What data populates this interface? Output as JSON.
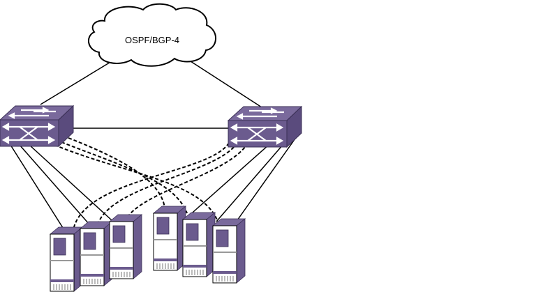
{
  "diagram": {
    "cloud": {
      "label": "OSPF/BGP-4",
      "icon": "cloud-icon"
    },
    "colors": {
      "device": "#6b5b8e",
      "device_dark": "#54467a",
      "line": "#000000",
      "background": "#ffffff"
    },
    "switches": [
      {
        "id": "switch-left",
        "icon": "layer3-switch-icon"
      },
      {
        "id": "switch-right",
        "icon": "layer3-switch-icon"
      }
    ],
    "servers": [
      {
        "id": "server-1",
        "icon": "server-tower-icon"
      },
      {
        "id": "server-2",
        "icon": "server-tower-icon"
      },
      {
        "id": "server-3",
        "icon": "server-tower-icon"
      },
      {
        "id": "server-4",
        "icon": "server-tower-icon"
      },
      {
        "id": "server-5",
        "icon": "server-tower-icon"
      },
      {
        "id": "server-6",
        "icon": "server-tower-icon"
      }
    ],
    "links": {
      "cloud_to_switches": [
        "switch-left",
        "switch-right"
      ],
      "inter_switch": [
        "switch-left",
        "switch-right"
      ],
      "solid_links_per_switch": 3,
      "dashed_links_per_switch": 3
    }
  }
}
